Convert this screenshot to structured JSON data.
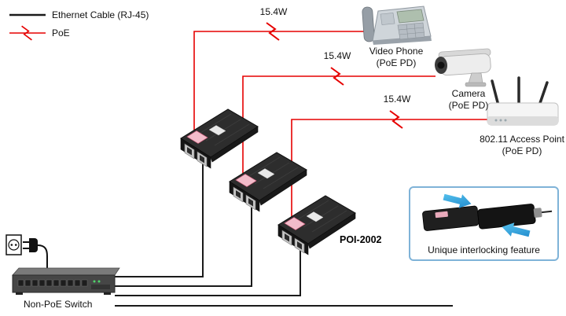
{
  "legend": {
    "ethernet_label": "Ethernet Cable (RJ-45)",
    "poe_label": "PoE"
  },
  "poe_lines": [
    {
      "power": "15.4W",
      "target": "Video Phone"
    },
    {
      "power": "15.4W",
      "target": "Camera"
    },
    {
      "power": "15.4W",
      "target": "802.11 Access Point"
    }
  ],
  "devices": {
    "video_phone": {
      "name": "Video Phone",
      "type": "(PoE PD)"
    },
    "camera": {
      "name": "Camera",
      "type": "(PoE PD)"
    },
    "access_point": {
      "name": "802.11 Access Point",
      "type": "(PoE PD)"
    }
  },
  "injector_model": "POI-2002",
  "switch_label": "Non-PoE Switch",
  "callout_label": "Unique interlocking feature",
  "colors": {
    "ethernet_cable": "#1a1a1a",
    "poe_cable": "#e60000",
    "callout_border": "#7fb3d8",
    "arrow_blue": "#29abe2",
    "injector_body": "#2d2d2d",
    "injector_sticker": "#f2bcca"
  }
}
